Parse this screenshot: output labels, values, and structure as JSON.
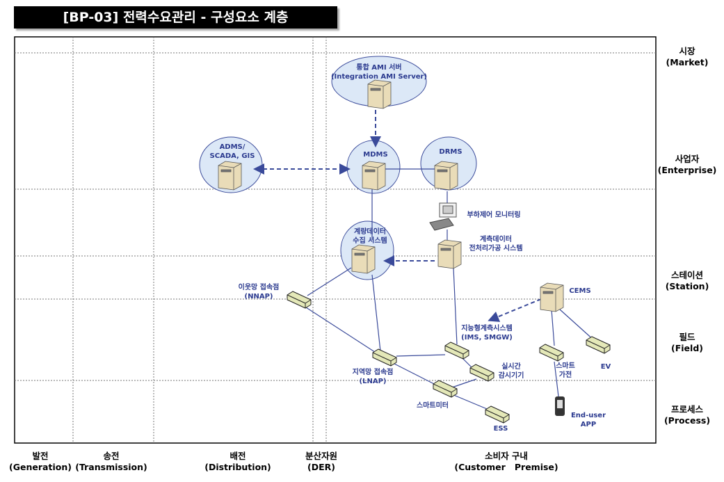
{
  "title": "[BP-03] 전력수요관리 - 구성요소 계층",
  "layers": [
    {
      "ko": "시장",
      "en": "(Market)"
    },
    {
      "ko": "사업자",
      "en": "(Enterprise)"
    },
    {
      "ko": "스테이션",
      "en": "(Station)"
    },
    {
      "ko": "필드",
      "en": "(Field)"
    },
    {
      "ko": "프로세스",
      "en": "(Process)"
    }
  ],
  "domains": [
    {
      "ko": "발전",
      "en": "(Generation)"
    },
    {
      "ko": "송전",
      "en": "(Transmission)"
    },
    {
      "ko": "배전",
      "en": "(Distribution)"
    },
    {
      "ko": "분산자원",
      "en": "(DER)"
    },
    {
      "ko": "소비자 구내",
      "en": "(Customer   Premise)"
    }
  ],
  "nodes": {
    "ami": {
      "l1": "통합 AMI 서버",
      "l2": "(Integration AMI Server)"
    },
    "adms": {
      "l1": "ADMS/",
      "l2": "SCADA, GIS"
    },
    "mdms": {
      "l1": "MDMS"
    },
    "drms": {
      "l1": "DRMS"
    },
    "pc": {
      "l1": "부하제어 모니터링"
    },
    "meas": {
      "l1": "계측데이터",
      "l2": "전처리가공 시스템"
    },
    "collect": {
      "l1": "계량데이터",
      "l2": "수집 시스템"
    },
    "nnap": {
      "l1": "이웃망 접속점",
      "l2": "(NNAP)"
    },
    "lnap": {
      "l1": "지역망 접속점",
      "l2": "(LNAP)"
    },
    "ims": {
      "l1": "지능형계측시스템",
      "l2": "(IMS, SMGW)"
    },
    "rt": {
      "l1": "실시간",
      "l2": "감시기기"
    },
    "meter": {
      "l1": "스마트미터"
    },
    "ess": {
      "l1": "ESS"
    },
    "cems": {
      "l1": "CEMS"
    },
    "appl": {
      "l1": "스마트",
      "l2": "가전"
    },
    "ev": {
      "l1": "EV"
    },
    "app": {
      "l1": "End-user",
      "l2": "APP"
    }
  },
  "colors": {
    "line": "#3a4a9a",
    "cloud": "#dce8f7",
    "server": "#e9dcb8",
    "box": "#e4e8b8"
  }
}
